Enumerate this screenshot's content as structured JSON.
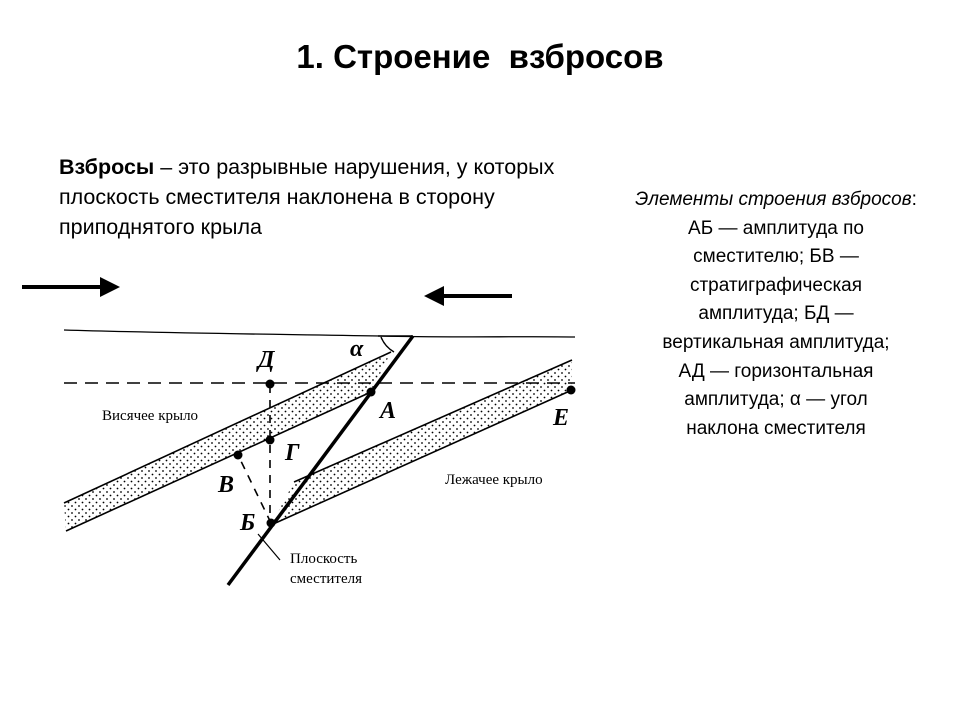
{
  "title": "1. Строение  взбросов",
  "definition": {
    "term": "Взбросы",
    "text": " – это разрывные нарушения, у которых плоскость сместителя наклонена в сторону приподнятого крыла"
  },
  "elements": {
    "heading": "Элементы строения взбросов",
    "heading_suffix": ":",
    "lines": [
      "АБ — амплитуда по",
      "сместителю; БВ —",
      "стратиграфическая",
      "амплитуда; БД —",
      "вертикальная амплитуда;",
      "АД — горизонтальная",
      "амплитуда; α — угол",
      "наклона сместителя"
    ]
  },
  "diagram": {
    "points": {
      "alpha": "α",
      "D": "Д",
      "A": "А",
      "E": "Е",
      "G": "Г",
      "V": "В",
      "B": "Б"
    },
    "hanging_wall": "Висячее крыло",
    "footwall": "Лежачее крыло",
    "fault_plane_line1": "Плоскость",
    "fault_plane_line2": "сместителя"
  }
}
